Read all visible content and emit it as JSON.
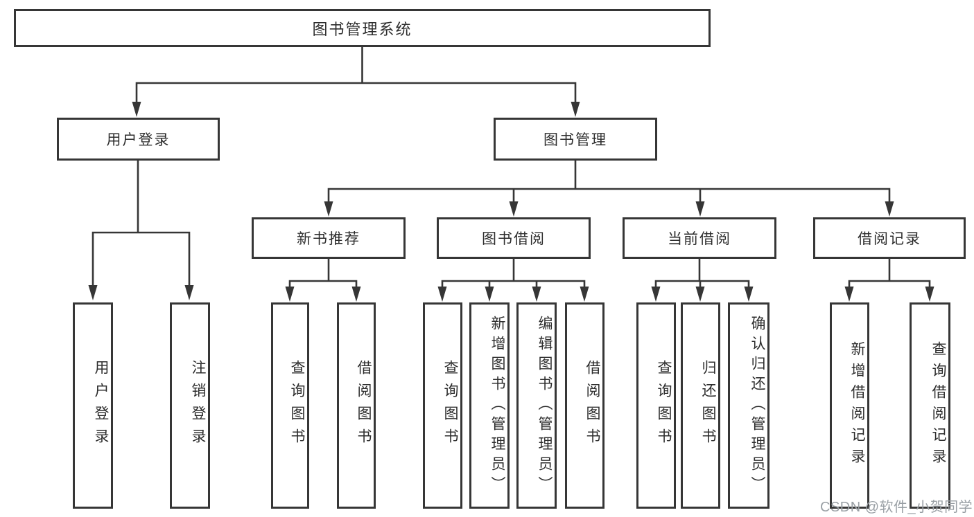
{
  "diagram": {
    "root": {
      "label": "图书管理系统"
    },
    "branches": {
      "user_login": {
        "label": "用户登录",
        "children": {
          "login": {
            "label": "用户登录"
          },
          "logout": {
            "label": "注销登录"
          }
        }
      },
      "book_mgmt": {
        "label": "图书管理",
        "children": {
          "new_book_rec": {
            "label": "新书推荐",
            "children": {
              "query_book": {
                "label": "查询图书"
              },
              "borrow_book": {
                "label": "借阅图书"
              }
            }
          },
          "book_borrow": {
            "label": "图书借阅",
            "children": {
              "query_book": {
                "label": "查询图书"
              },
              "add_book": {
                "label": "新增图书（管理员）"
              },
              "edit_book": {
                "label": "编辑图书（管理员）"
              },
              "borrow_book": {
                "label": "借阅图书"
              }
            }
          },
          "current_borrow": {
            "label": "当前借阅",
            "children": {
              "query_book": {
                "label": "查询图书"
              },
              "return_book": {
                "label": "归还图书"
              },
              "confirm_return": {
                "label": "确认归还（管理员）"
              }
            }
          },
          "borrow_record": {
            "label": "借阅记录",
            "children": {
              "add_record": {
                "label": "新增借阅记录"
              },
              "query_record": {
                "label": "查询借阅记录"
              }
            }
          }
        }
      }
    },
    "watermark": "CSDN @软件_小贺同学",
    "colors": {
      "line": "#363636",
      "node_text": "#2d2d2d",
      "node_background": "#ffffff",
      "watermark_text": "#9aa0a5"
    }
  }
}
